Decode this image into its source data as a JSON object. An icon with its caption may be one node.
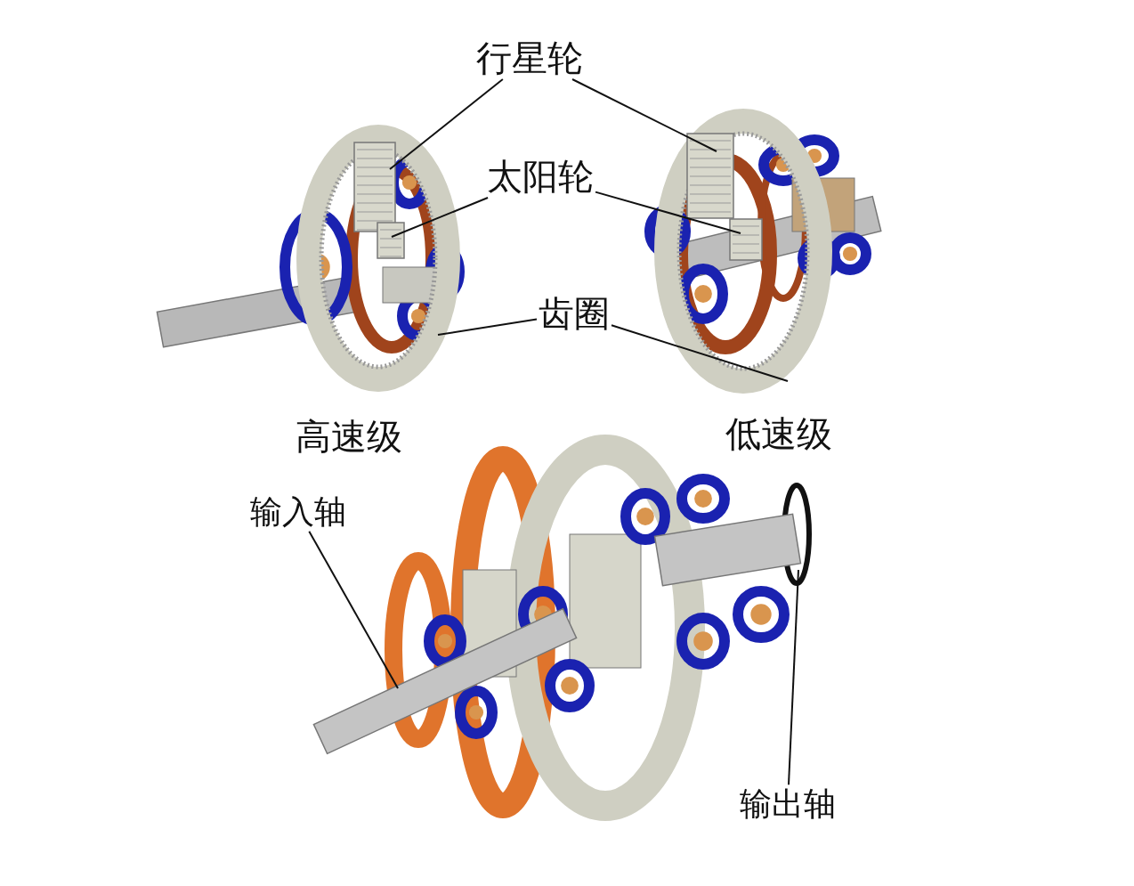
{
  "diagram": {
    "nodes": [
      {
        "text": [
          "行星轮"
        ]
      },
      {
        "text": [
          "太阳轮"
        ]
      },
      {
        "text": [
          "齿圈"
        ]
      },
      {
        "text": [
          "输入轴"
        ]
      },
      {
        "text": [
          "输出轴"
        ]
      },
      {
        "text": [],
        "shape": "gear",
        "in": 9
      },
      {
        "text": [],
        "shape": "gear",
        "in": 10
      },
      {
        "text": [],
        "shape": "gear",
        "in": 9
      },
      {
        "text": [],
        "shape": "gear",
        "in": 10
      },
      {
        "text": [],
        "shape": "ring"
      },
      {
        "text": [],
        "shape": "ring"
      },
      {
        "text": [],
        "shape": "shaft"
      },
      {
        "text": [],
        "shape": "shaft"
      }
    ],
    "edges": [
      {
        "from": 0,
        "to": 5,
        "arrow": "none"
      },
      {
        "from": 0,
        "to": 6,
        "arrow": "none"
      },
      {
        "from": 1,
        "to": 7,
        "arrow": "none"
      },
      {
        "from": 1,
        "to": 8,
        "arrow": "none"
      },
      {
        "from": 2,
        "to": 9,
        "arrow": "none"
      },
      {
        "from": 2,
        "to": 10,
        "arrow": "none"
      },
      {
        "from": 3,
        "to": 11,
        "arrow": "none"
      },
      {
        "from": 4,
        "to": 12,
        "arrow": "none"
      }
    ],
    "labels": [
      "高速级",
      "低速级"
    ]
  }
}
